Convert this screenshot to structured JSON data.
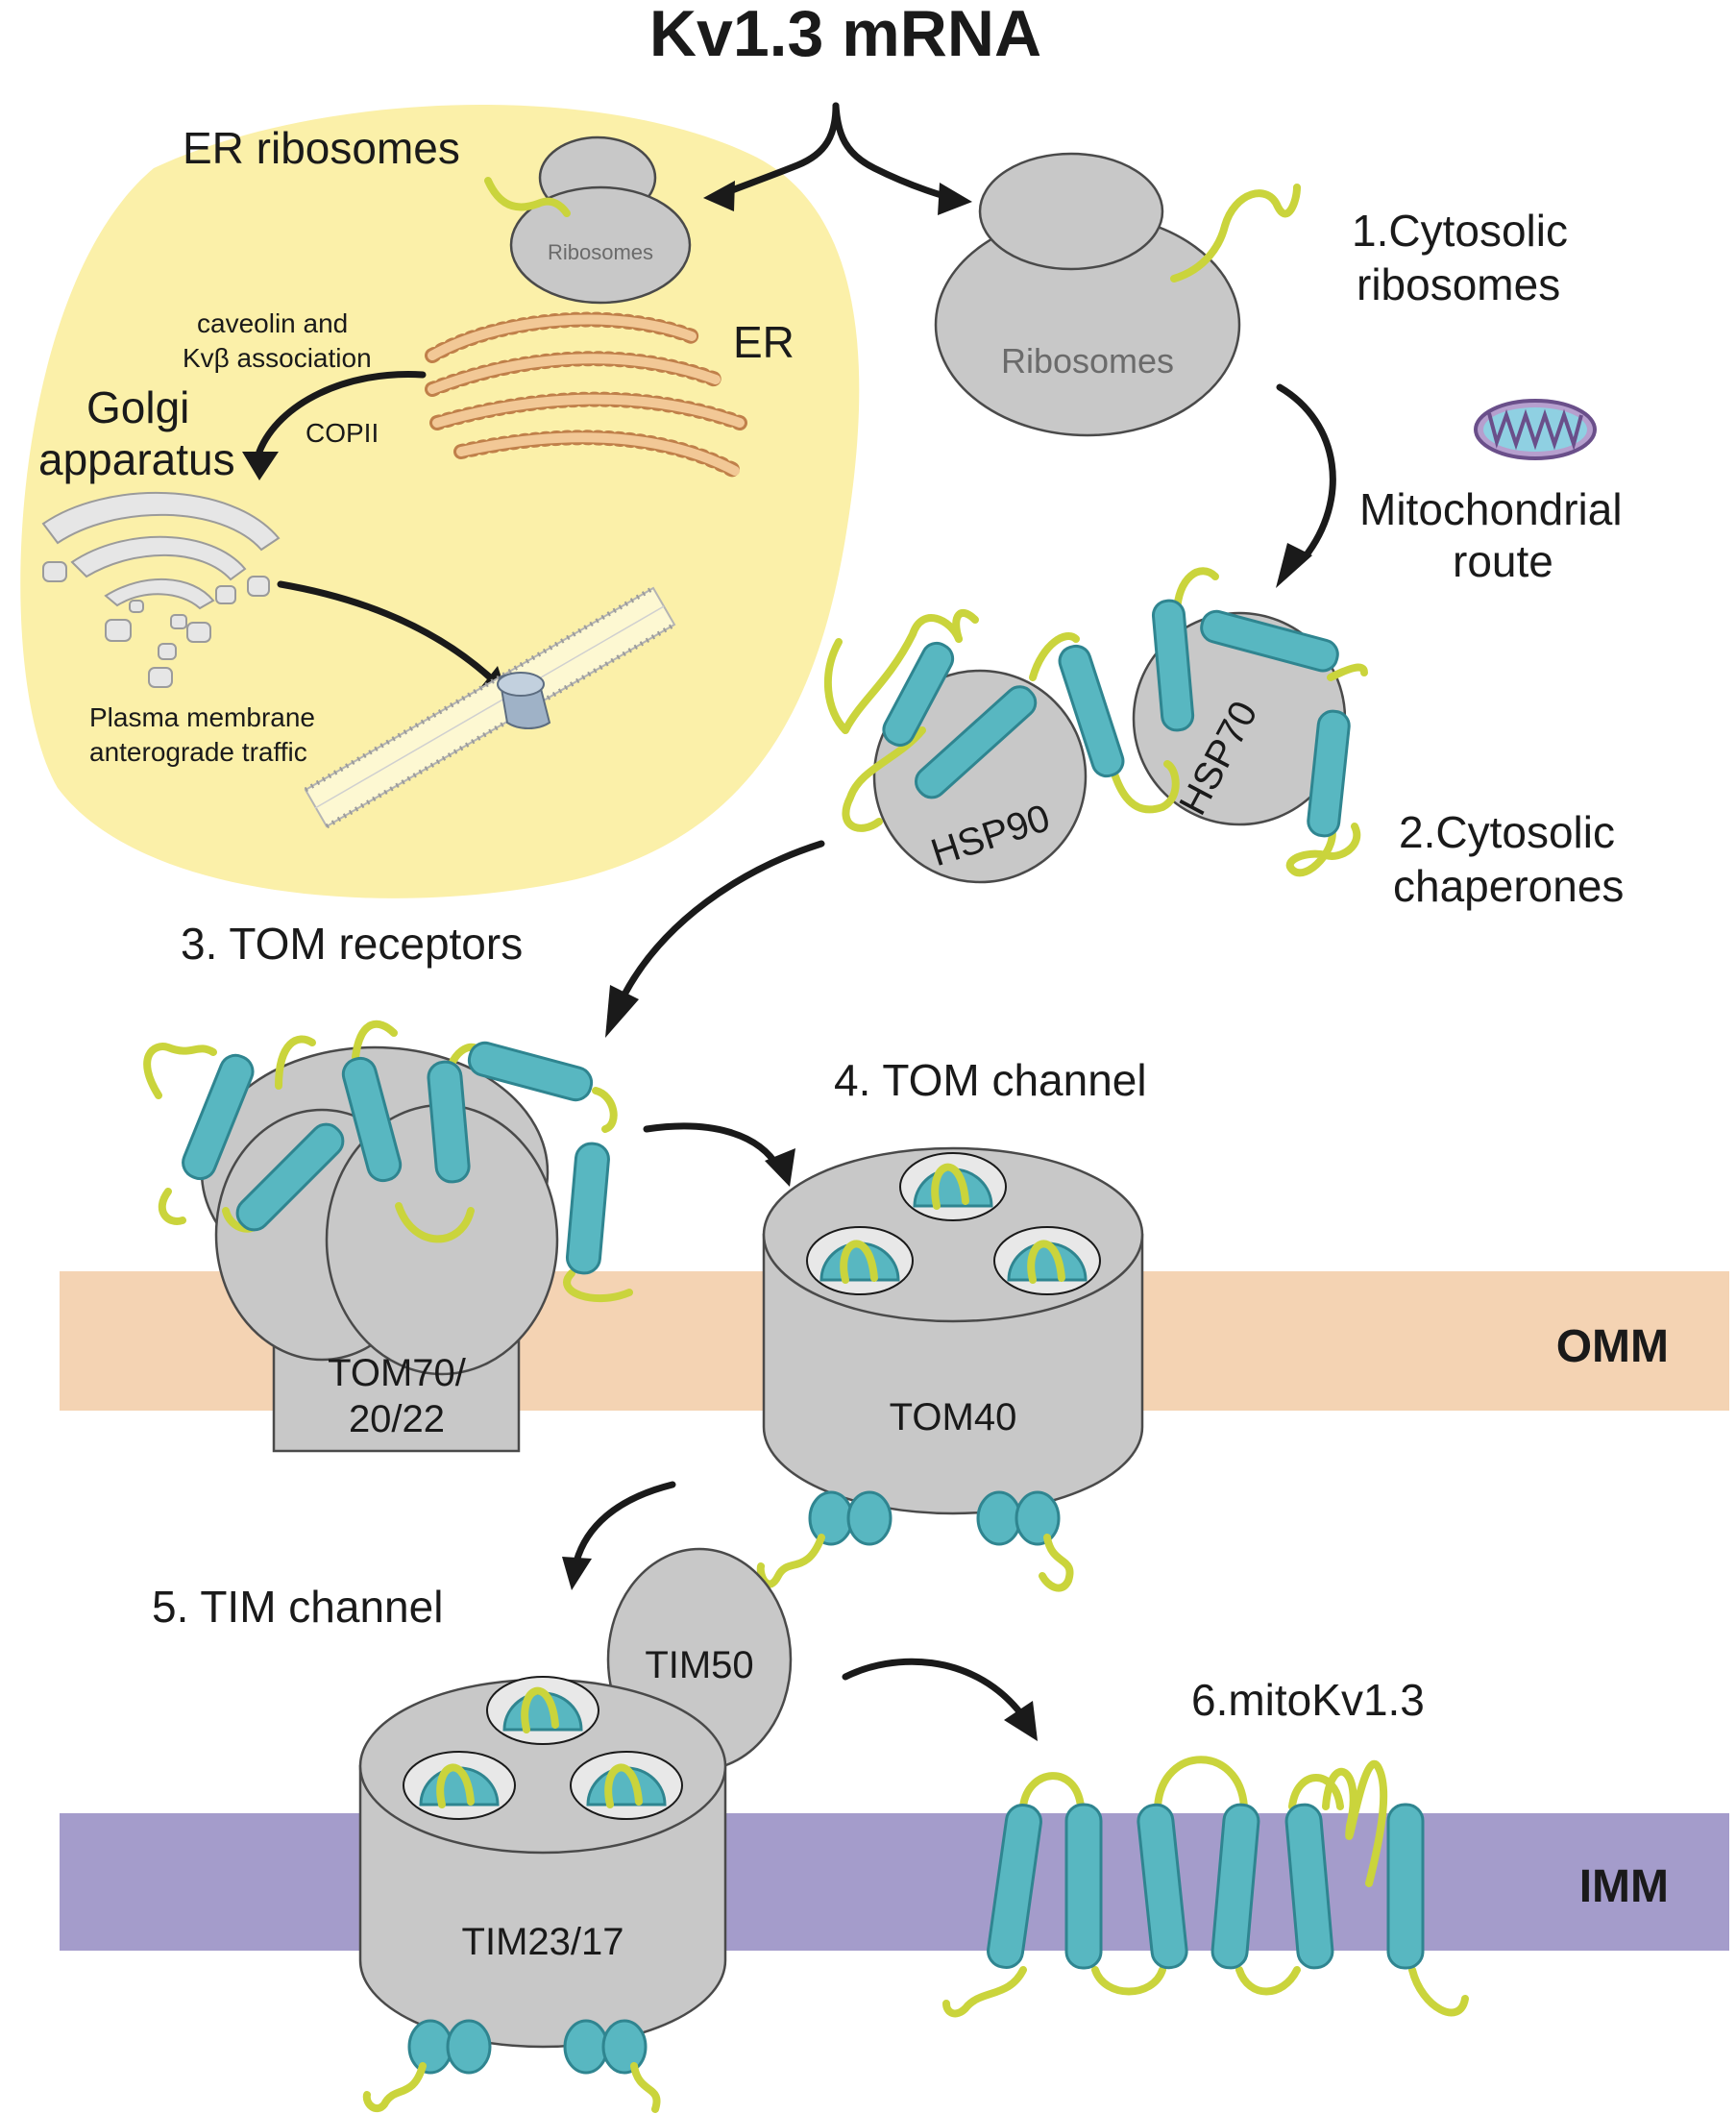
{
  "title": "Kv1.3 mRNA",
  "er_panel": {
    "er_ribosomes": "ER ribosomes",
    "ribosomes": "Ribosomes",
    "er": "ER",
    "caveolin_line1": "caveolin and",
    "caveolin_line2": "Kvβ association",
    "copii": "COPII",
    "golgi_line1": "Golgi",
    "golgi_line2": "apparatus",
    "pm_line1": "Plasma membrane",
    "pm_line2": "anterograde traffic"
  },
  "steps": {
    "s1_line1": "1.Cytosolic",
    "s1_line2": "ribosomes",
    "ribosomes": "Ribosomes",
    "mito_line1": "Mitochondrial",
    "mito_line2": "route",
    "hsp90": "HSP90",
    "hsp70": "HSP70",
    "s2_line1": "2.Cytosolic",
    "s2_line2": "chaperones",
    "s3": "3. TOM receptors",
    "tom70_line1": "TOM70/",
    "tom70_line2": "20/22",
    "s4": "4. TOM channel",
    "tom40": "TOM40",
    "omm": "OMM",
    "s5": "5. TIM channel",
    "tim50": "TIM50",
    "tim23": "TIM23/17",
    "s6": "6.mitoKv1.3",
    "imm": "IMM"
  },
  "colors": {
    "er_region": "#fbf0a9",
    "omm": "#f4d3b3",
    "imm": "#a49ccb",
    "protein_grey": "#c8c8c8",
    "helix": "#58b7c1",
    "loop": "#cad43c",
    "er_membrane": "#f2c896"
  }
}
